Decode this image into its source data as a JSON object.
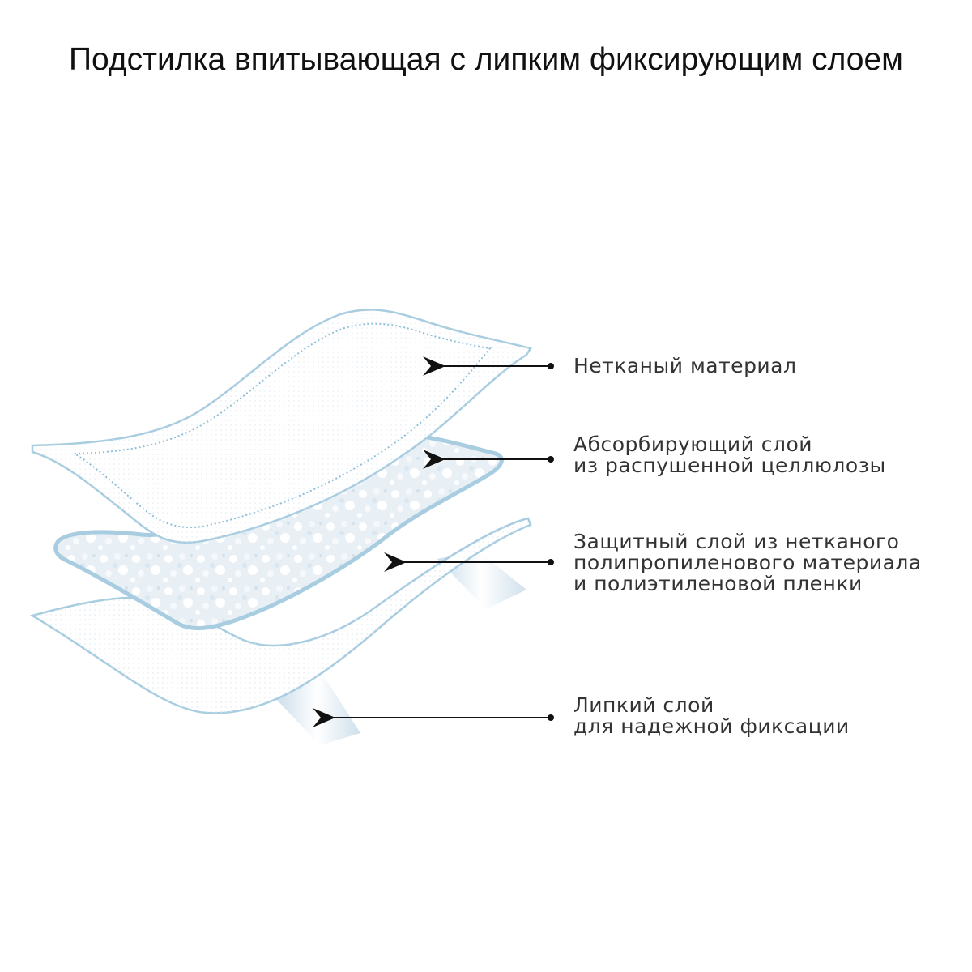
{
  "title": "Подстилка впитывающая с липким фиксирующим слоем",
  "colors": {
    "outline": "#a9cde0",
    "pad_fill": "#ffffff",
    "cellulose": "#e6eef4",
    "tape": "#d8e8f2",
    "arrow": "#111111",
    "text": "#333333"
  },
  "layers": [
    {
      "name": "nonwoven",
      "lines": [
        "Нетканый материал"
      ]
    },
    {
      "name": "absorbent",
      "lines": [
        "Абсорбирующий слой",
        "из распушенной целлюлозы"
      ]
    },
    {
      "name": "protective",
      "lines": [
        "Защитный слой из нетканого",
        "полипропиленового материала",
        "и полиэтиленовой пленки"
      ]
    },
    {
      "name": "adhesive",
      "lines": [
        "Липкий слой",
        "для надежной фиксации"
      ]
    }
  ]
}
